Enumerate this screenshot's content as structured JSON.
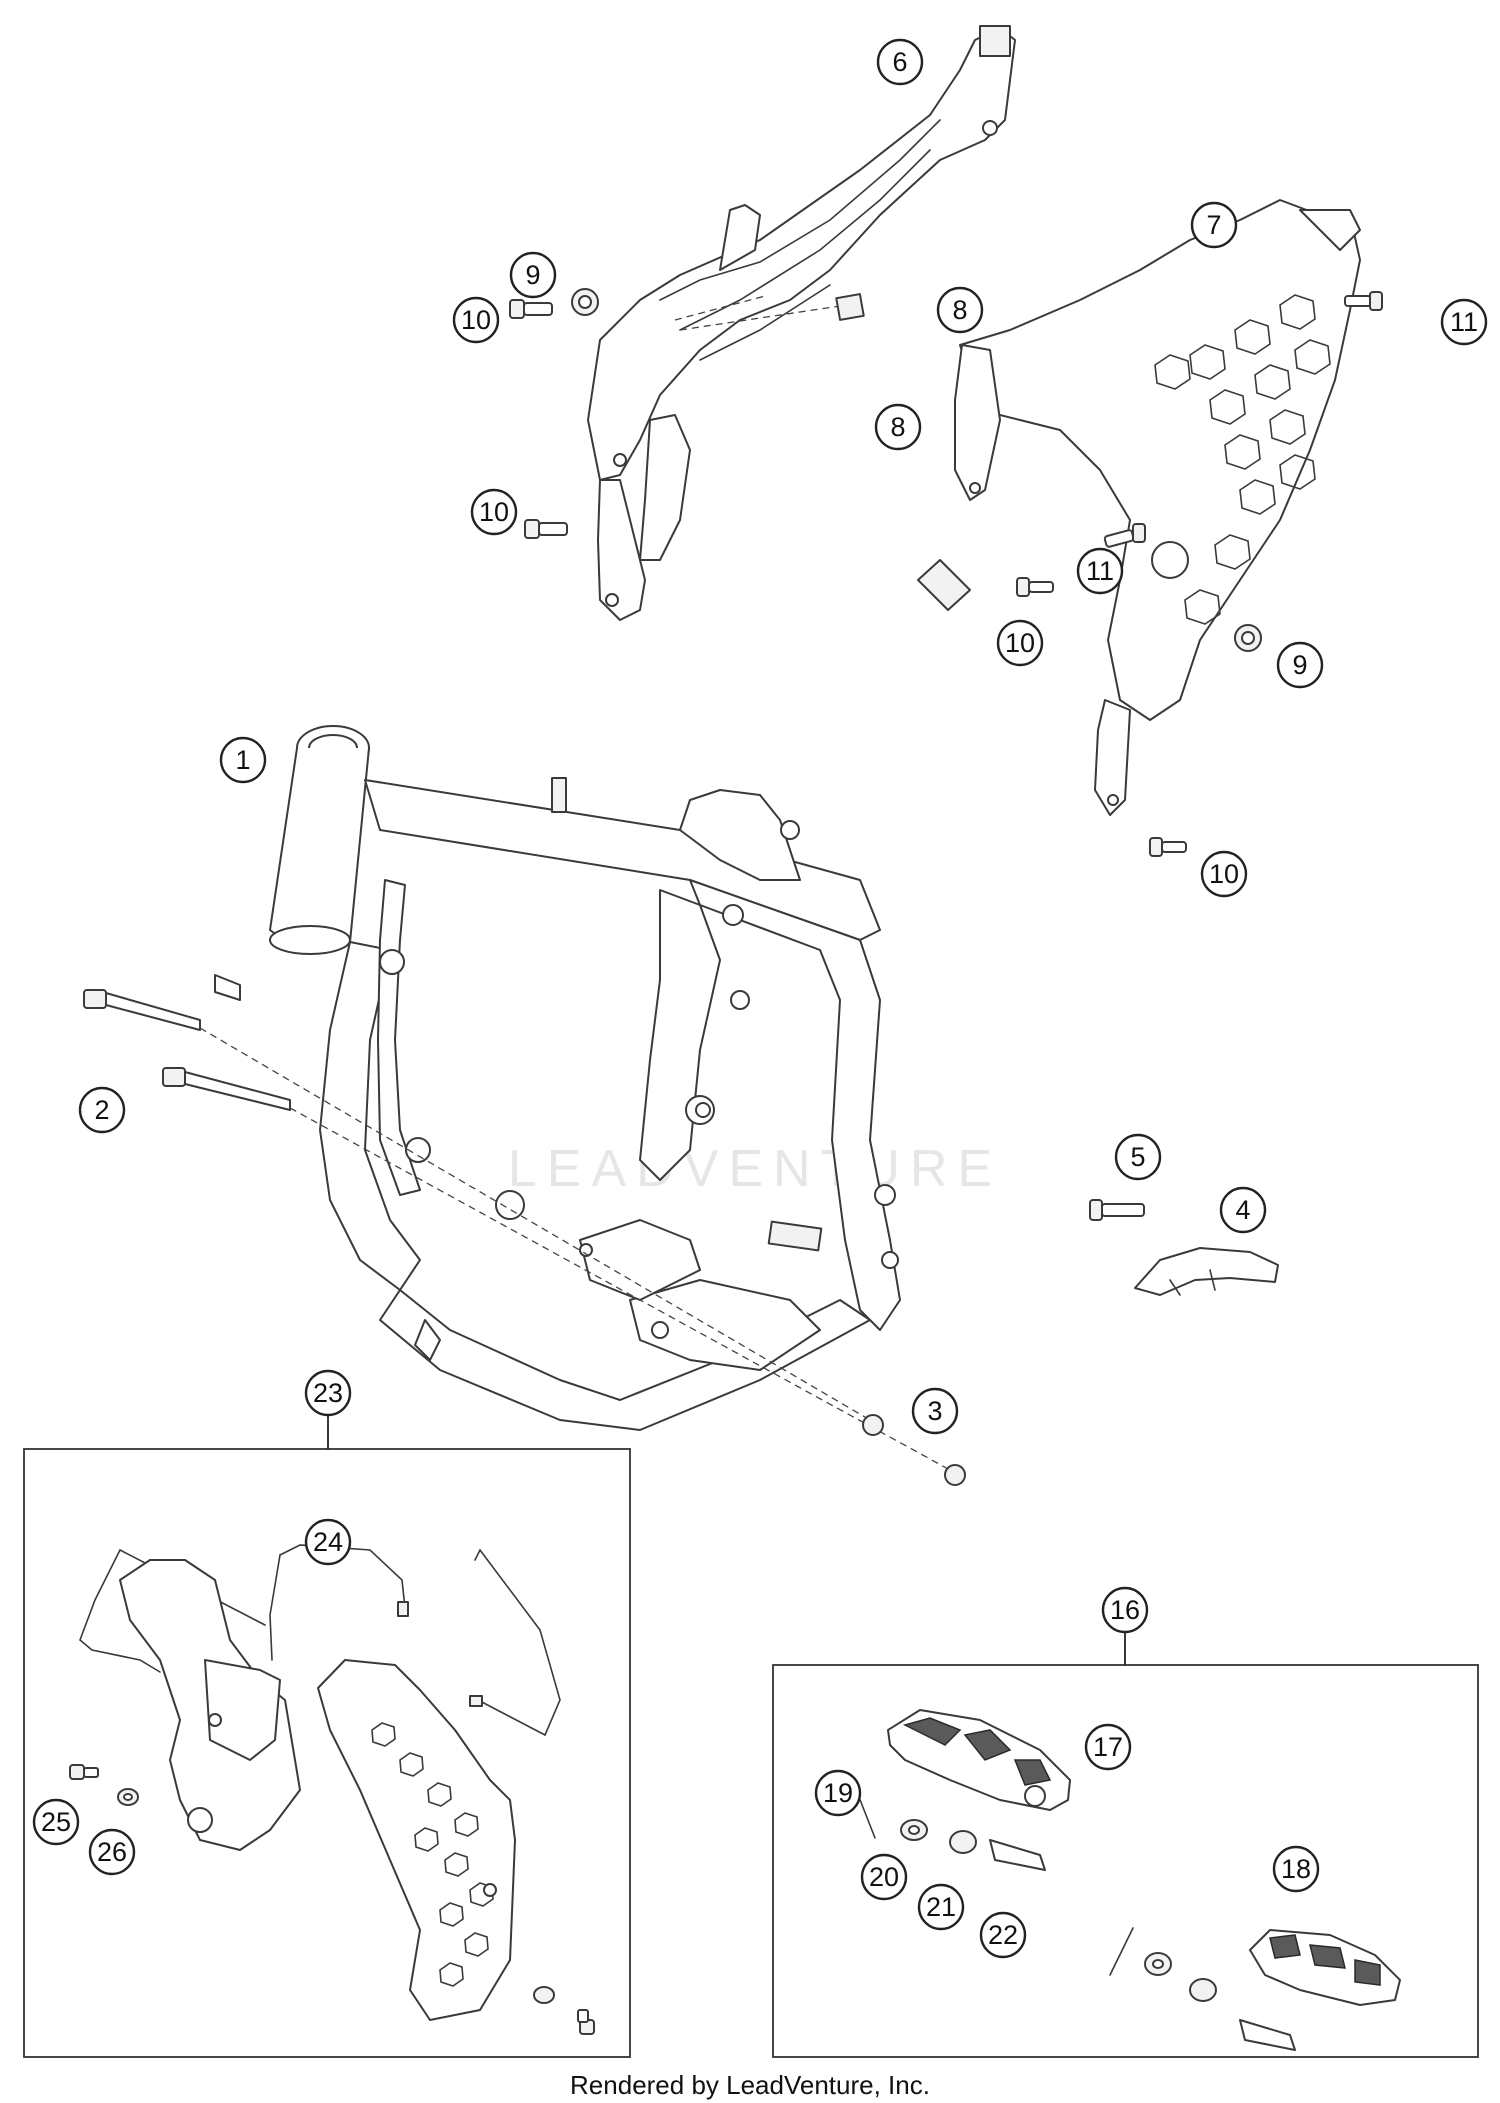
{
  "diagram": {
    "watermark": "LEADVENTURE",
    "footer": "Rendered by LeadVenture, Inc.",
    "callouts": {
      "c1": "1",
      "c2": "2",
      "c3": "3",
      "c4": "4",
      "c5": "5",
      "c6": "6",
      "c7": "7",
      "c8a": "8",
      "c8b": "8",
      "c9a": "9",
      "c9b": "9",
      "c10a": "10",
      "c10b": "10",
      "c10c": "10",
      "c10d": "10",
      "c11a": "11",
      "c11b": "11",
      "c16": "16",
      "c17": "17",
      "c18": "18",
      "c19": "19",
      "c20": "20",
      "c21": "21",
      "c22": "22",
      "c23": "23",
      "c24": "24",
      "c25": "25",
      "c26": "26"
    }
  }
}
